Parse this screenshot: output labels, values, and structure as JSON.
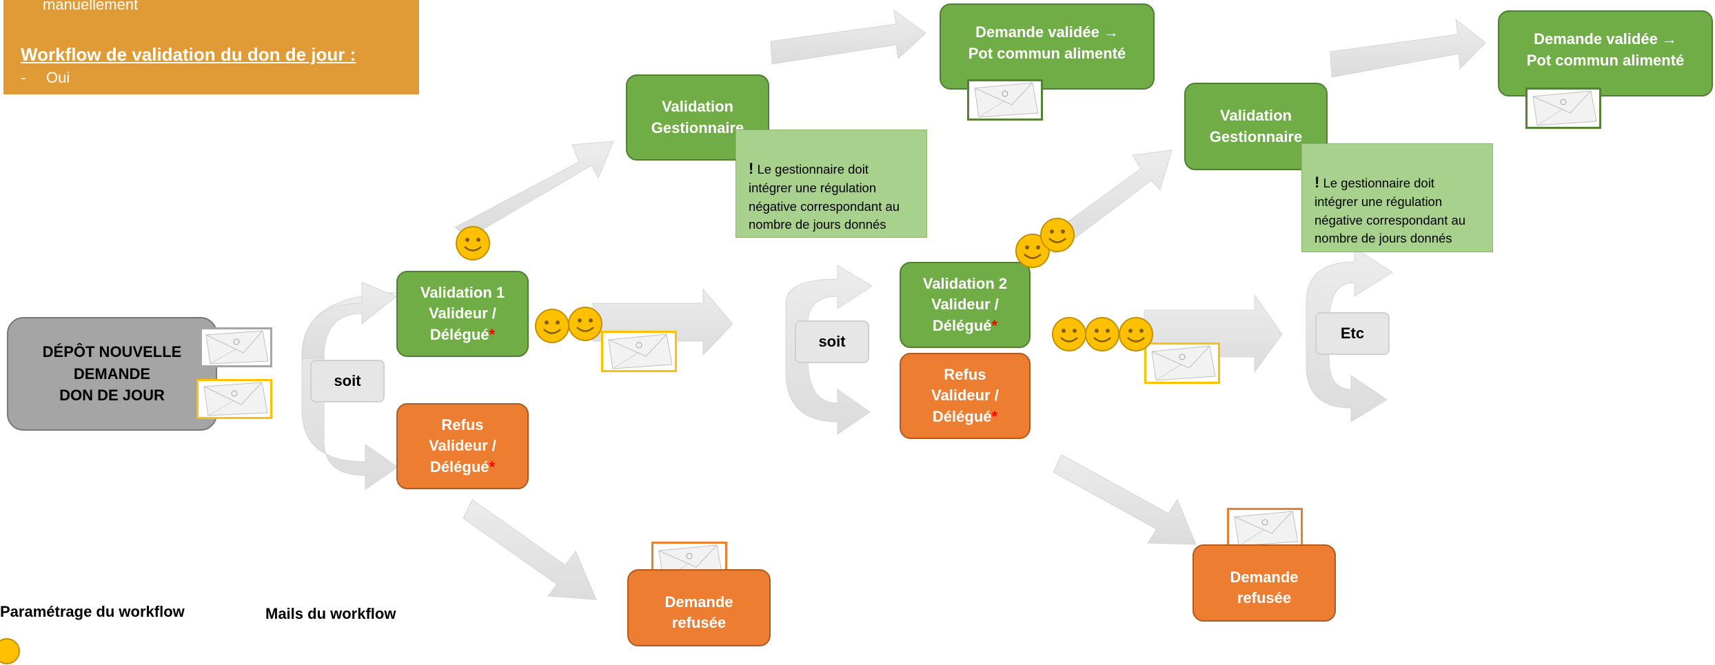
{
  "top_box": {
    "line1": "manuellement",
    "heading": "Workflow de validation du don de jour :",
    "bullet_dash": "-",
    "bullet_text": "Oui"
  },
  "start": {
    "line1": "DÉPÔT NOUVELLE",
    "line2": "DEMANDE",
    "line3": "DON DE JOUR"
  },
  "soit_label": "soit",
  "etc_label": "Etc",
  "validation1": {
    "line1": "Validation 1",
    "line2": "Valideur  /",
    "line3": "Délégué",
    "star": "*"
  },
  "refus1": {
    "line1": "Refus",
    "line2": "Valideur  /",
    "line3": "Délégué",
    "star": "*"
  },
  "validation_gestionnaire": {
    "line1": "Validation",
    "line2": "Gestionnaire"
  },
  "demande_validee": {
    "line1": "Demande validée →",
    "line2": "Pot commun alimenté"
  },
  "demande_refusee": {
    "line1": "Demande",
    "line2": "refusée"
  },
  "validation2": {
    "line1": "Validation 2",
    "line2": "Valideur  /",
    "line3": "Délégué",
    "star": "*"
  },
  "refus2": {
    "line1": "Refus",
    "line2": "Valideur  /",
    "line3": "Délégué",
    "star": "*"
  },
  "note": {
    "bang": "!",
    "line1": " Le gestionnaire doit",
    "line2": "intégrer une régulation",
    "line3": "négative correspondant au",
    "line4": "nombre de jours donnés"
  },
  "legend": {
    "parametrage": "Paramétrage du workflow",
    "mails": "Mails du workflow"
  },
  "colors": {
    "green": "#70AD47",
    "orange": "#ED7D31",
    "grey": "#A5A5A5",
    "note_green": "#A9D18E",
    "top_box": "#E09A36",
    "envelope_yellow": "#FFC000",
    "envelope_orange": "#ED7D31",
    "envelope_green": "#548235",
    "envelope_grey": "#A5A5A5",
    "smiley": "#FFC000"
  }
}
